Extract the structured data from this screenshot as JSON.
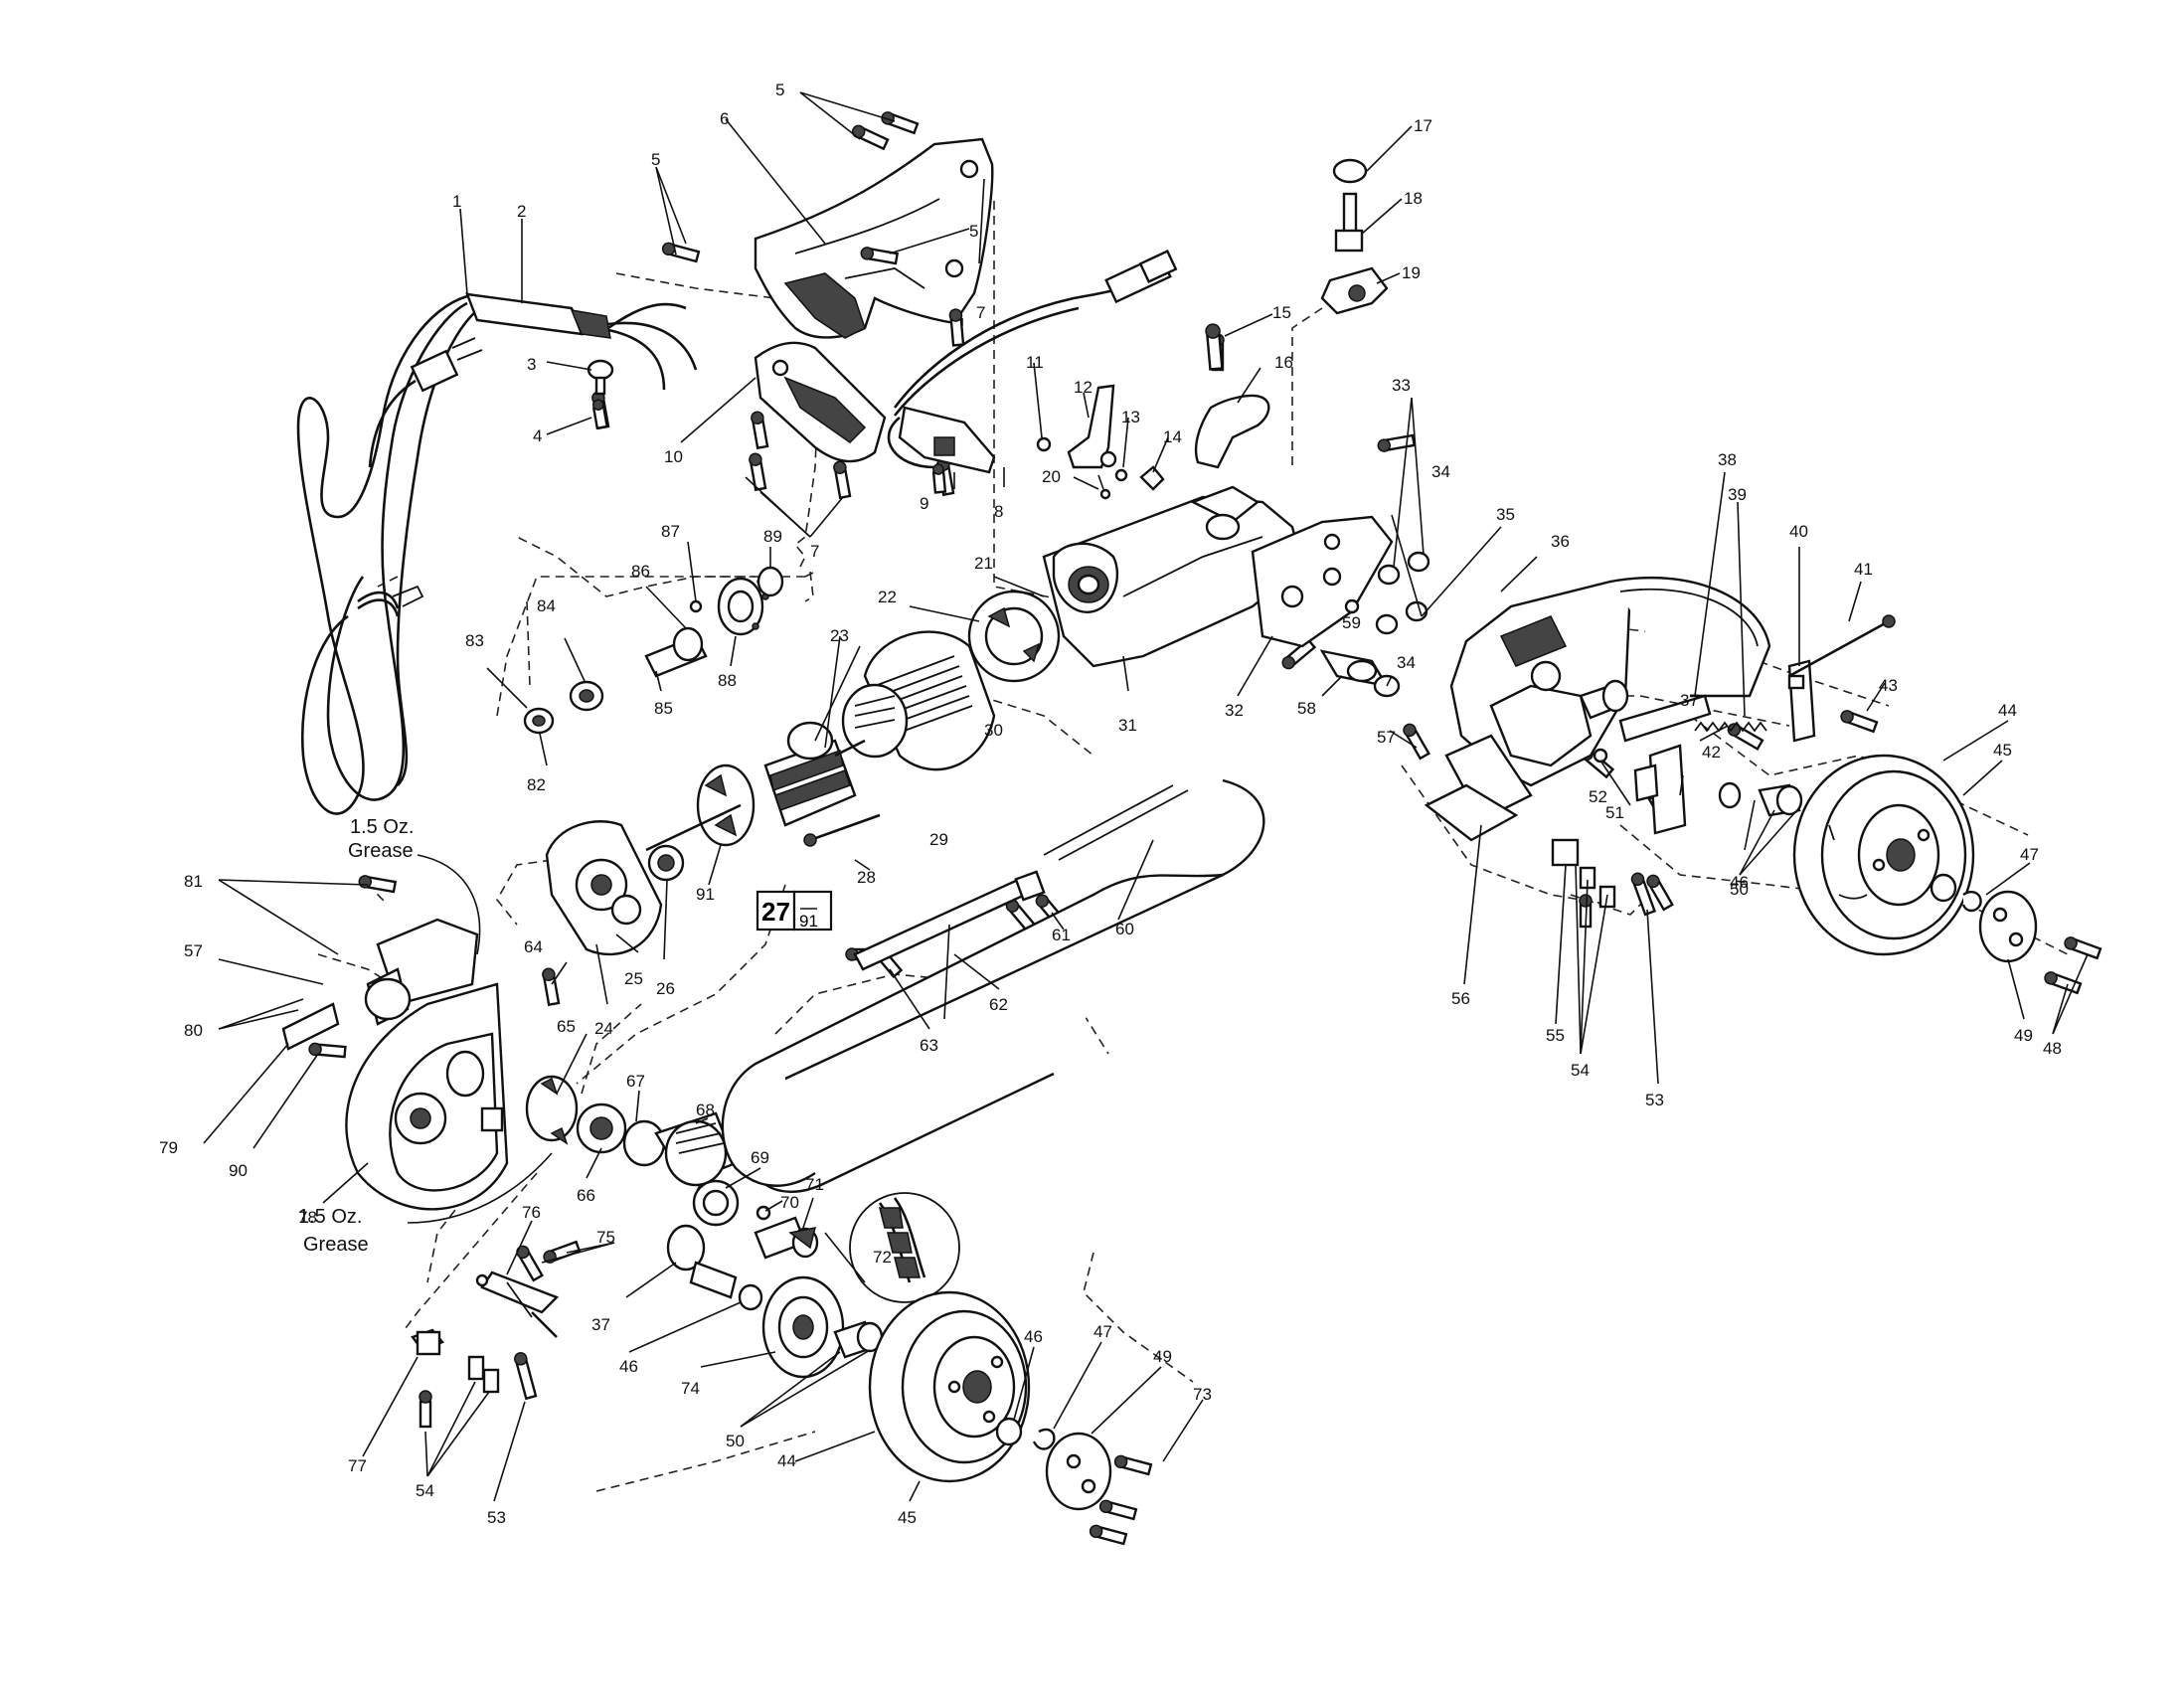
{
  "diagram": {
    "labels": [
      "1",
      "2",
      "3",
      "4",
      "5",
      "5",
      "5",
      "5",
      "6",
      "7",
      "7",
      "7",
      "8",
      "9",
      "10",
      "11",
      "12",
      "13",
      "14",
      "15",
      "16",
      "17",
      "18",
      "19",
      "20",
      "21",
      "22",
      "23",
      "24",
      "25",
      "26",
      "28",
      "29",
      "30",
      "31",
      "32",
      "33",
      "34",
      "34",
      "35",
      "36",
      "37",
      "37",
      "38",
      "39",
      "40",
      "41",
      "42",
      "43",
      "44",
      "44",
      "45",
      "45",
      "46",
      "46",
      "46",
      "47",
      "47",
      "48",
      "49",
      "49",
      "50",
      "50",
      "51",
      "52",
      "53",
      "53",
      "54",
      "54",
      "55",
      "56",
      "57",
      "57",
      "58",
      "59",
      "60",
      "61",
      "62",
      "63",
      "64",
      "65",
      "66",
      "67",
      "68",
      "69",
      "70",
      "71",
      "72",
      "73",
      "74",
      "75",
      "76",
      "77",
      "78",
      "79",
      "80",
      "81",
      "82",
      "83",
      "84",
      "85",
      "86",
      "87",
      "88",
      "89",
      "90",
      "91"
    ],
    "box_label": {
      "main": "27",
      "sub": "91"
    },
    "notes": [
      "1.5 Oz.",
      "Grease",
      "1.5 Oz.",
      "Grease"
    ]
  }
}
